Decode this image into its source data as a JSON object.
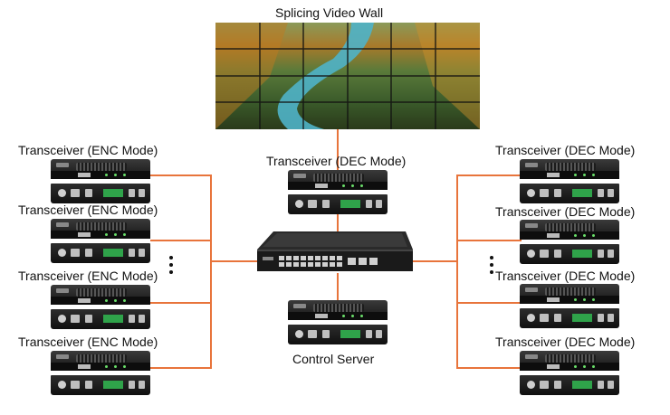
{
  "title": "Splicing Video Wall",
  "labels": {
    "enc_mode": "Transceiver (ENC Mode)",
    "dec_mode": "Transceiver (DEC Mode)",
    "control_server": "Control Server"
  },
  "colors": {
    "wire": "#e8743b",
    "device": "#1a1a1a",
    "river": "#4fb3c8"
  },
  "icons": [
    "video-wall",
    "transceiver-device",
    "network-switch",
    "ellipsis-dots-icon"
  ]
}
